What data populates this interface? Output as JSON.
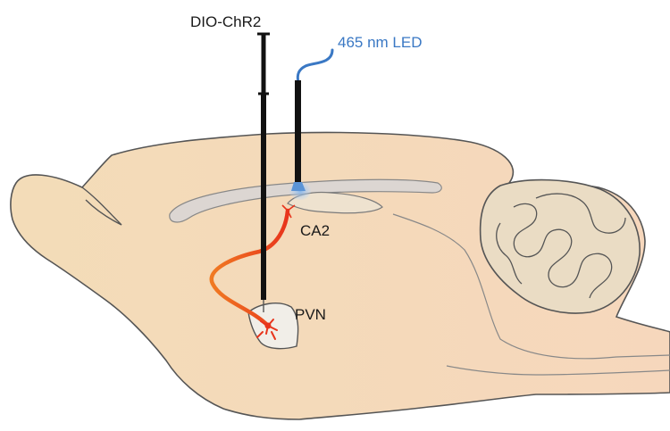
{
  "labels": {
    "injection": "DIO-ChR2",
    "light": "465 nm LED",
    "ca2": "CA2",
    "pvn": "PVN"
  },
  "colors": {
    "brain_fill_left": "#f3dcb8",
    "brain_fill_right": "#f6d7bc",
    "outline": "#555555",
    "cerebellum_fill": "#eadcc4",
    "projection_red": "#e8341c",
    "projection_orange": "#f07a22",
    "led_blue": "#3a78c4",
    "probe_black": "#111111",
    "pvn_fill": "#f1eee8"
  },
  "icons": [
    "injection-needle",
    "optic-fiber",
    "brain-sagittal-section",
    "cerebellum"
  ]
}
